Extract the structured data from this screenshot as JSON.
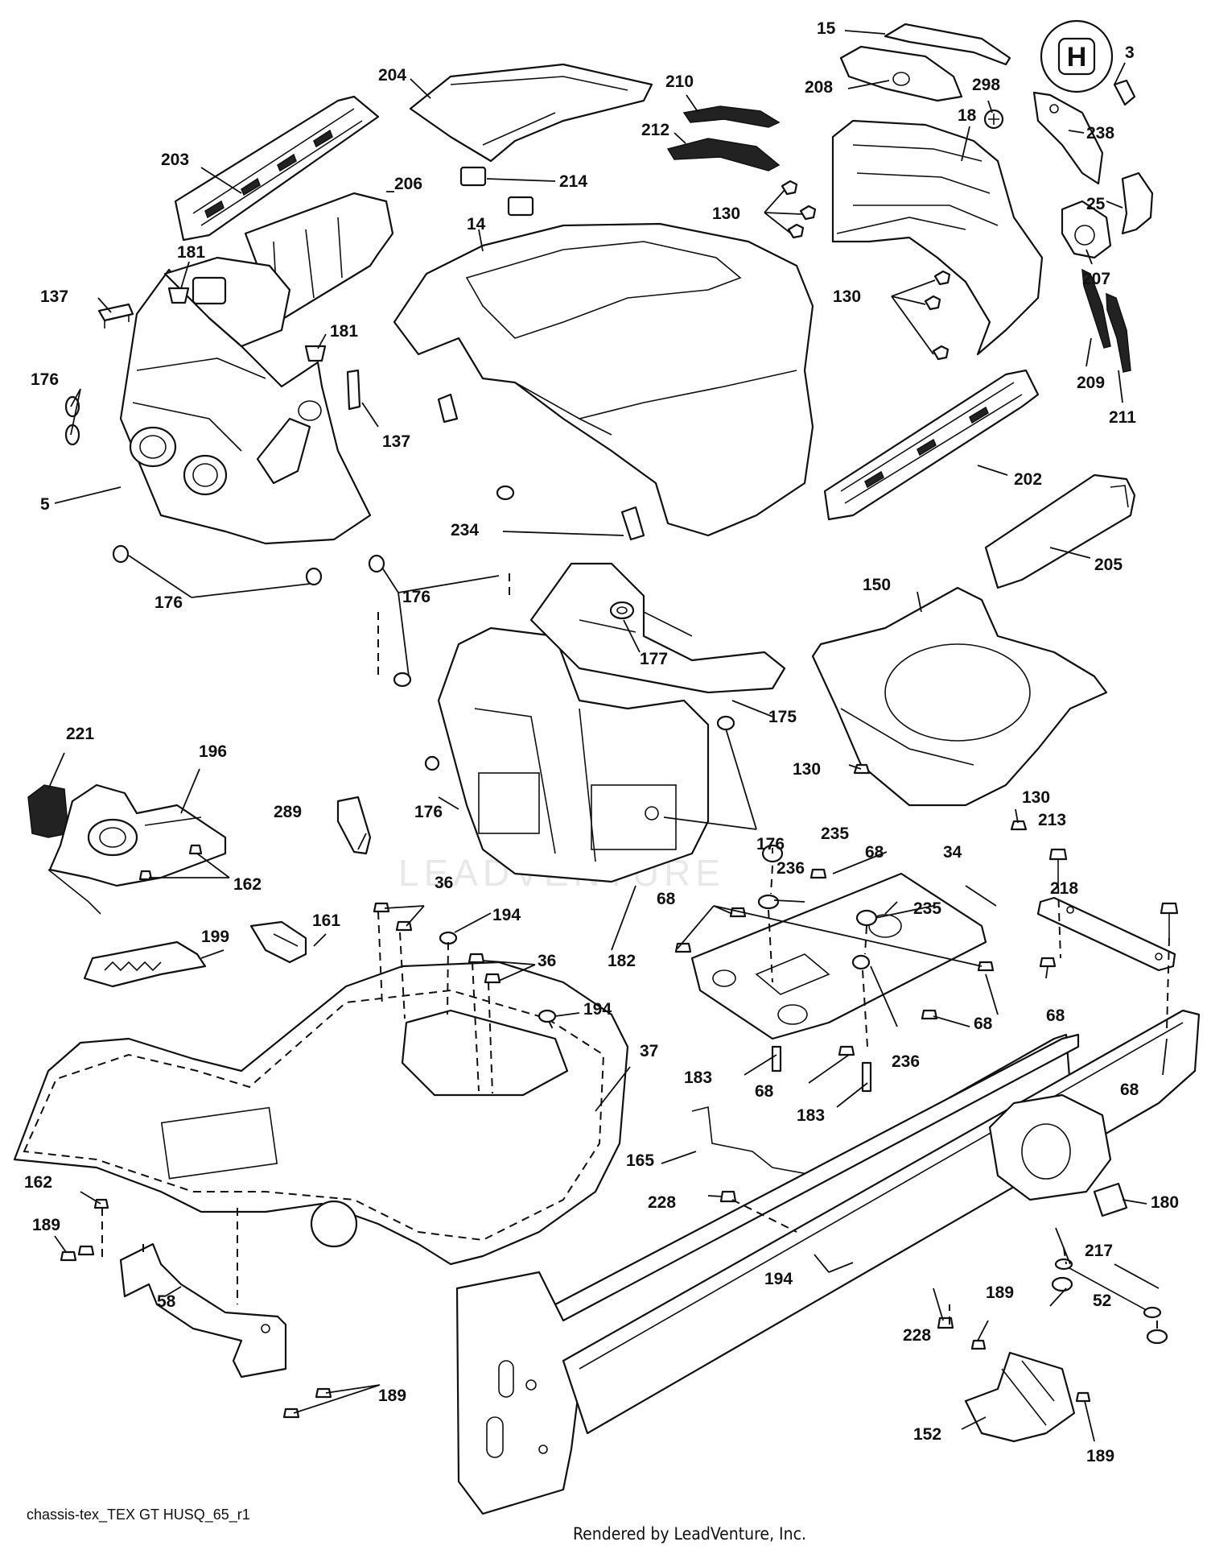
{
  "diagram_id": "chassis-tex_TEX GT HUSQ_65_r1",
  "rendered_by": "Rendered by LeadVenture, Inc.",
  "watermark": "LEADVENTURE",
  "logo_letter": "H",
  "callouts": [
    "3",
    "5",
    "14",
    "15",
    "18",
    "25",
    "34",
    "36",
    "36",
    "37",
    "52",
    "58",
    "68",
    "68",
    "68",
    "68",
    "68",
    "68",
    "130",
    "130",
    "130",
    "130",
    "130",
    "137",
    "137",
    "150",
    "152",
    "161",
    "162",
    "162",
    "165",
    "175",
    "176",
    "176",
    "176",
    "176",
    "176",
    "177",
    "180",
    "181",
    "181",
    "182",
    "183",
    "183",
    "189",
    "189",
    "189",
    "189",
    "194",
    "194",
    "194",
    "196",
    "199",
    "202",
    "203",
    "204",
    "205",
    "206",
    "207",
    "208",
    "209",
    "210",
    "211",
    "212",
    "213",
    "214",
    "217",
    "218",
    "221",
    "228",
    "228",
    "234",
    "235",
    "235",
    "236",
    "236",
    "238",
    "289",
    "298"
  ]
}
